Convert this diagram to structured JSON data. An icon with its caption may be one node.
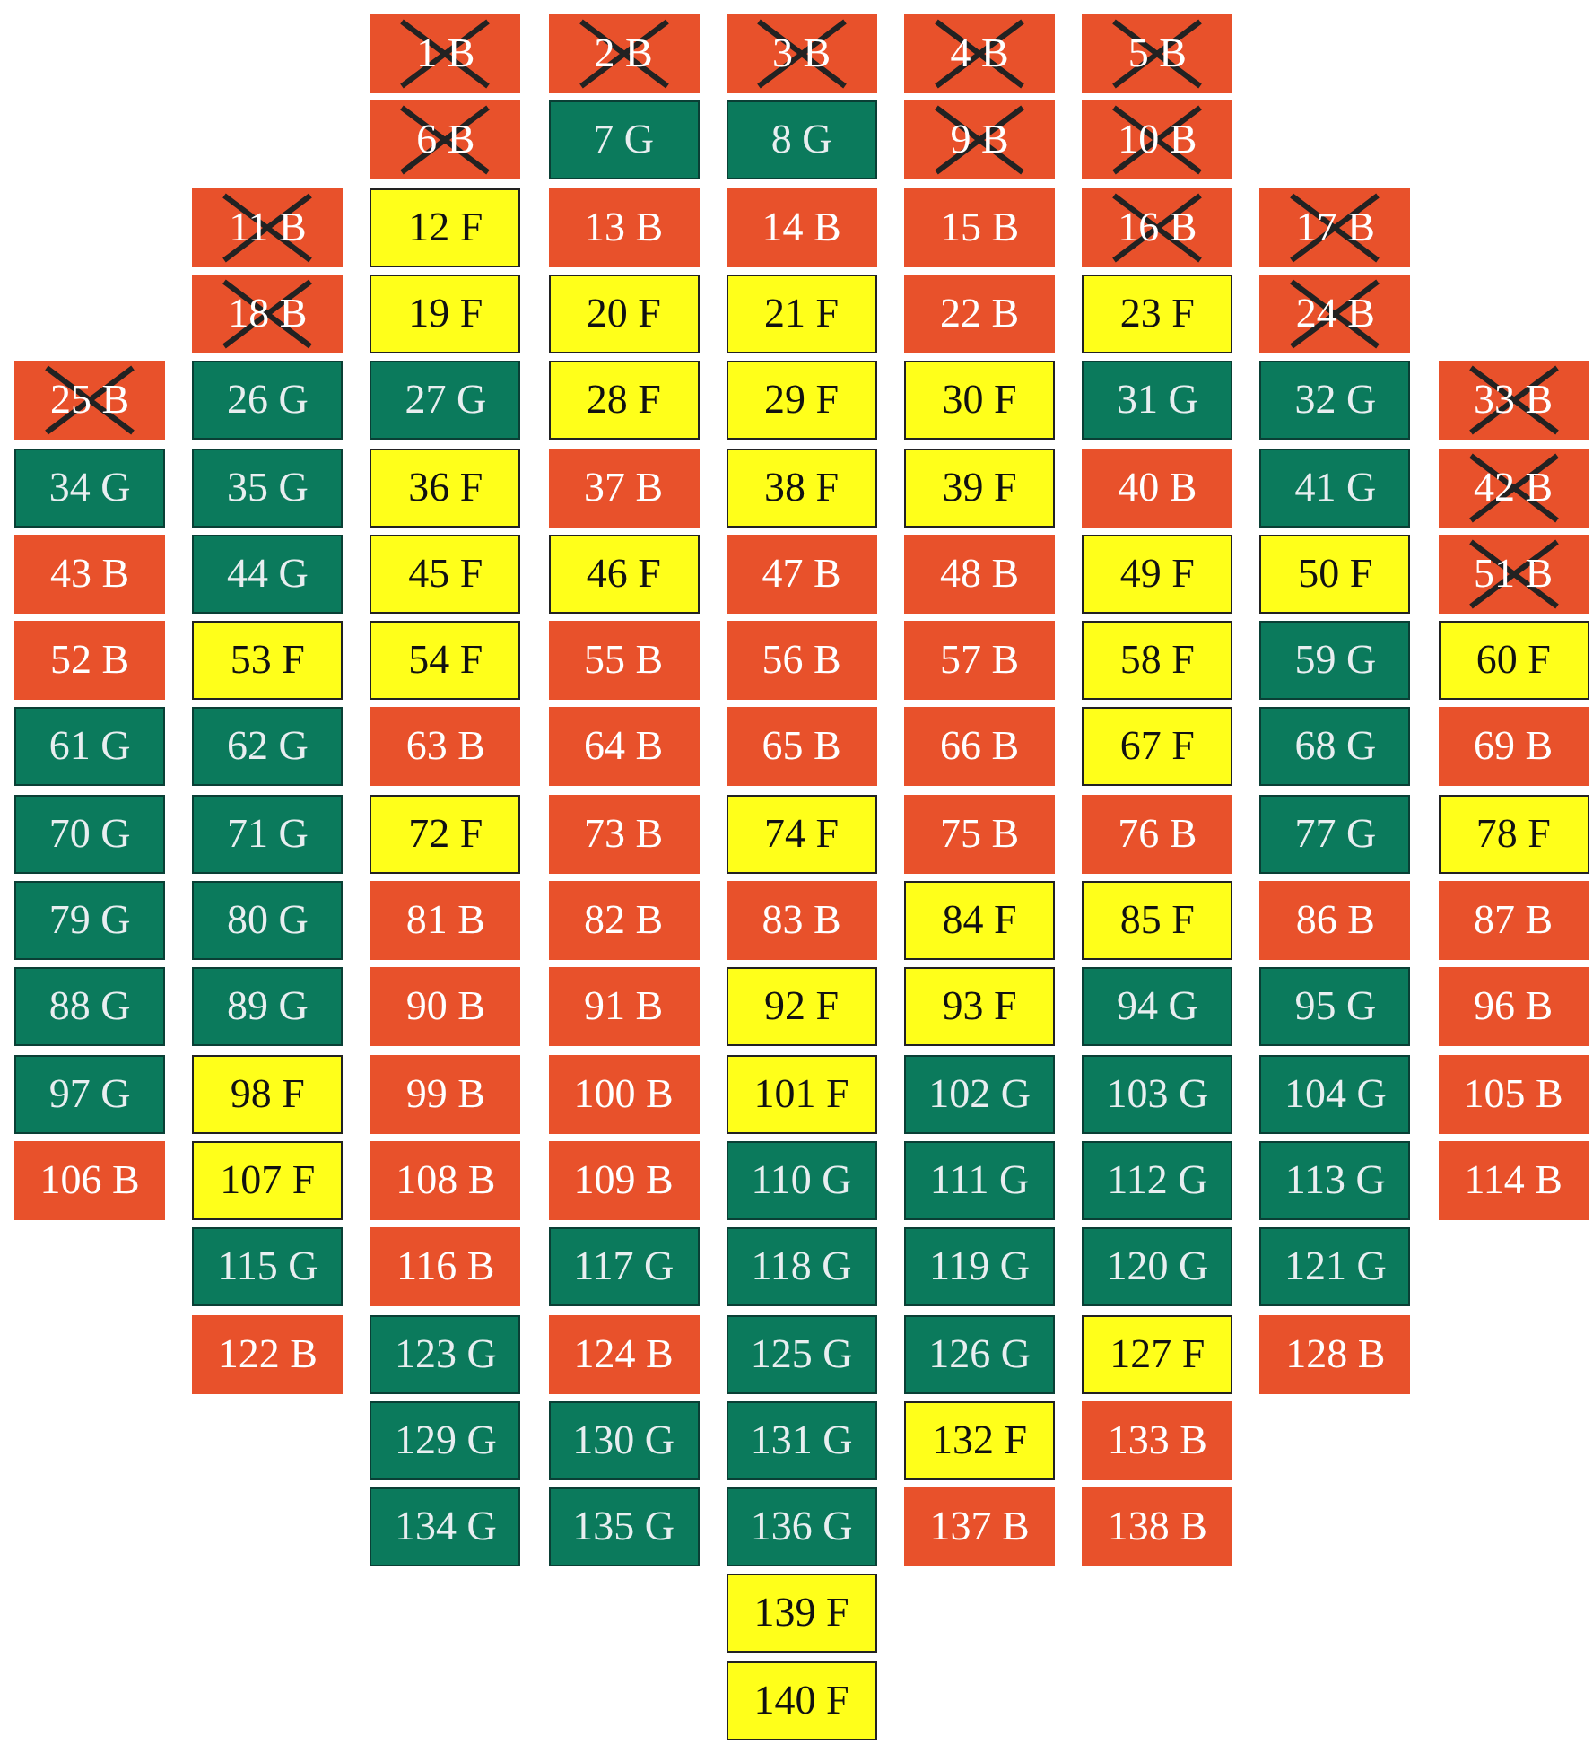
{
  "diagram": {
    "nodes": [
      {
        "text": [
          "1 B"
        ]
      },
      {
        "text": [
          "2 B"
        ]
      },
      {
        "text": [
          "3 B"
        ]
      },
      {
        "text": [
          "4 B"
        ]
      },
      {
        "text": [
          "5 B"
        ]
      },
      {
        "text": [
          "6 B"
        ]
      },
      {
        "text": [
          "7 G"
        ]
      },
      {
        "text": [
          "8 G"
        ]
      },
      {
        "text": [
          "9 B"
        ]
      },
      {
        "text": [
          "10 B"
        ]
      },
      {
        "text": [
          "11 B"
        ]
      },
      {
        "text": [
          "12 F"
        ]
      },
      {
        "text": [
          "13 B"
        ]
      },
      {
        "text": [
          "14 B"
        ]
      },
      {
        "text": [
          "15 B"
        ]
      },
      {
        "text": [
          "16 B"
        ]
      },
      {
        "text": [
          "17 B"
        ]
      },
      {
        "text": [
          "18 B"
        ]
      },
      {
        "text": [
          "19 F"
        ]
      },
      {
        "text": [
          "20 F"
        ]
      },
      {
        "text": [
          "21 F"
        ]
      },
      {
        "text": [
          "22 B"
        ]
      },
      {
        "text": [
          "23 F"
        ]
      },
      {
        "text": [
          "24 B"
        ]
      },
      {
        "text": [
          "25 B"
        ]
      },
      {
        "text": [
          "26 G"
        ]
      },
      {
        "text": [
          "27 G"
        ]
      },
      {
        "text": [
          "28 F"
        ]
      },
      {
        "text": [
          "29 F"
        ]
      },
      {
        "text": [
          "30 F"
        ]
      },
      {
        "text": [
          "31 G"
        ]
      },
      {
        "text": [
          "32 G"
        ]
      },
      {
        "text": [
          "33 B"
        ]
      },
      {
        "text": [
          "34 G"
        ]
      },
      {
        "text": [
          "35 G"
        ]
      },
      {
        "text": [
          "36 F"
        ]
      },
      {
        "text": [
          "37 B"
        ]
      },
      {
        "text": [
          "38 F"
        ]
      },
      {
        "text": [
          "39 F"
        ]
      },
      {
        "text": [
          "40 B"
        ]
      },
      {
        "text": [
          "41 G"
        ]
      },
      {
        "text": [
          "42 B"
        ]
      },
      {
        "text": [
          "43 B"
        ]
      },
      {
        "text": [
          "44 G"
        ]
      },
      {
        "text": [
          "45 F"
        ]
      },
      {
        "text": [
          "46 F"
        ]
      },
      {
        "text": [
          "47 B"
        ]
      },
      {
        "text": [
          "48 B"
        ]
      },
      {
        "text": [
          "49 F"
        ]
      },
      {
        "text": [
          "50 F"
        ]
      },
      {
        "text": [
          "51 B"
        ]
      },
      {
        "text": [
          "52 B"
        ]
      },
      {
        "text": [
          "53 F"
        ]
      },
      {
        "text": [
          "54 F"
        ]
      },
      {
        "text": [
          "55 B"
        ]
      },
      {
        "text": [
          "56 B"
        ]
      },
      {
        "text": [
          "57 B"
        ]
      },
      {
        "text": [
          "58 F"
        ]
      },
      {
        "text": [
          "59 G"
        ]
      },
      {
        "text": [
          "60 F"
        ]
      },
      {
        "text": [
          "61 G"
        ]
      },
      {
        "text": [
          "62 G"
        ]
      },
      {
        "text": [
          "63 B"
        ]
      },
      {
        "text": [
          "64 B"
        ]
      },
      {
        "text": [
          "65 B"
        ]
      },
      {
        "text": [
          "66 B"
        ]
      },
      {
        "text": [
          "67 F"
        ]
      },
      {
        "text": [
          "68 G"
        ]
      },
      {
        "text": [
          "69 B"
        ]
      },
      {
        "text": [
          "70 G"
        ]
      },
      {
        "text": [
          "71 G"
        ]
      },
      {
        "text": [
          "72 F"
        ]
      },
      {
        "text": [
          "73 B"
        ]
      },
      {
        "text": [
          "74 F"
        ]
      },
      {
        "text": [
          "75 B"
        ]
      },
      {
        "text": [
          "76 B"
        ]
      },
      {
        "text": [
          "77 G"
        ]
      },
      {
        "text": [
          "78 F"
        ]
      },
      {
        "text": [
          "79 G"
        ]
      },
      {
        "text": [
          "80 G"
        ]
      },
      {
        "text": [
          "81 B"
        ]
      },
      {
        "text": [
          "82 B"
        ]
      },
      {
        "text": [
          "83 B"
        ]
      },
      {
        "text": [
          "84 F"
        ]
      },
      {
        "text": [
          "85 F"
        ]
      },
      {
        "text": [
          "86 B"
        ]
      },
      {
        "text": [
          "87 B"
        ]
      },
      {
        "text": [
          "88 G"
        ]
      },
      {
        "text": [
          "89 G"
        ]
      },
      {
        "text": [
          "90 B"
        ]
      },
      {
        "text": [
          "91 B"
        ]
      },
      {
        "text": [
          "92 F"
        ]
      },
      {
        "text": [
          "93 F"
        ]
      },
      {
        "text": [
          "94 G"
        ]
      },
      {
        "text": [
          "95 G"
        ]
      },
      {
        "text": [
          "96 B"
        ]
      },
      {
        "text": [
          "97 G"
        ]
      },
      {
        "text": [
          "98 F"
        ]
      },
      {
        "text": [
          "99 B"
        ]
      },
      {
        "text": [
          "100 B"
        ]
      },
      {
        "text": [
          "101 F"
        ]
      },
      {
        "text": [
          "102 G"
        ]
      },
      {
        "text": [
          "103 G"
        ]
      },
      {
        "text": [
          "104 G"
        ]
      },
      {
        "text": [
          "105 B"
        ]
      },
      {
        "text": [
          "106 B"
        ]
      },
      {
        "text": [
          "107 F"
        ]
      },
      {
        "text": [
          "108 B"
        ]
      },
      {
        "text": [
          "109 B"
        ]
      },
      {
        "text": [
          "110 G"
        ]
      },
      {
        "text": [
          "111 G"
        ]
      },
      {
        "text": [
          "112 G"
        ]
      },
      {
        "text": [
          "113 G"
        ]
      },
      {
        "text": [
          "114 B"
        ]
      },
      {
        "text": [
          "115 G"
        ]
      },
      {
        "text": [
          "116 B"
        ]
      },
      {
        "text": [
          "117 G"
        ]
      },
      {
        "text": [
          "118 G"
        ]
      },
      {
        "text": [
          "119 G"
        ]
      },
      {
        "text": [
          "120 G"
        ]
      },
      {
        "text": [
          "121 G"
        ]
      },
      {
        "text": [
          "122 B"
        ]
      },
      {
        "text": [
          "123 G"
        ]
      },
      {
        "text": [
          "124 B"
        ]
      },
      {
        "text": [
          "125 G"
        ]
      },
      {
        "text": [
          "126 G"
        ]
      },
      {
        "text": [
          "127 F"
        ]
      },
      {
        "text": [
          "128 B"
        ]
      },
      {
        "text": [
          "129 G"
        ]
      },
      {
        "text": [
          "130 G"
        ]
      },
      {
        "text": [
          "131 G"
        ]
      },
      {
        "text": [
          "132 F"
        ]
      },
      {
        "text": [
          "133 B"
        ]
      },
      {
        "text": [
          "134 G"
        ]
      },
      {
        "text": [
          "135 G"
        ]
      },
      {
        "text": [
          "136 G"
        ]
      },
      {
        "text": [
          "137 B"
        ]
      },
      {
        "text": [
          "138 B"
        ]
      },
      {
        "text": [
          "139 F"
        ]
      },
      {
        "text": [
          "140 F"
        ]
      }
    ]
  }
}
